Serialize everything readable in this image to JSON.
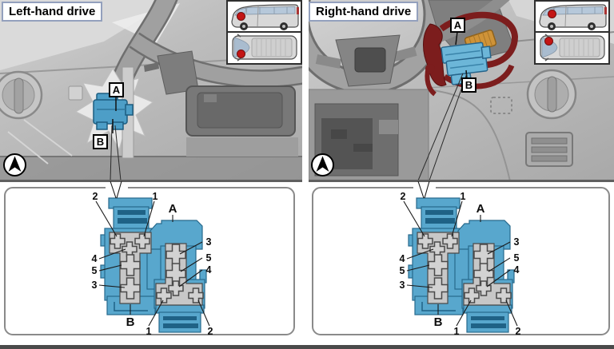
{
  "titles": {
    "left": "Left-hand drive",
    "right": "Right-hand drive"
  },
  "labels": {
    "a": "A",
    "b": "B"
  },
  "callouts": {
    "c1": "1",
    "c2": "2",
    "c3": "3",
    "c4": "4",
    "c5": "5"
  },
  "colors": {
    "component_blue": "#58a7cd",
    "component_blue_dark": "#1f6286",
    "fastener_gray": "#d2d2d2",
    "strip_gray": "#c7c7c7",
    "panel_border_gray": "#8a8a8a",
    "harness_red": "#7c1d1d",
    "connector_orange": "#cf9338",
    "location_marker_red": "#c31515",
    "title_border_blue": "#93a0bd"
  }
}
